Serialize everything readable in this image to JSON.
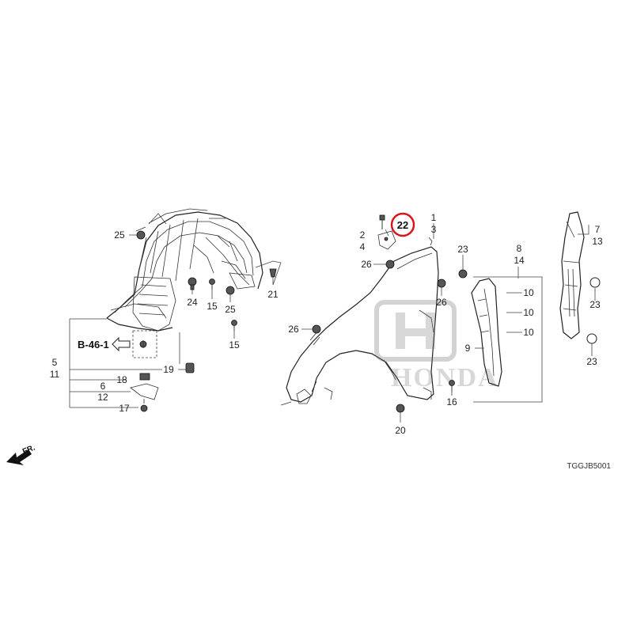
{
  "diagram": {
    "drawing_code": "TGGJB5001",
    "front_arrow_label": "FR.",
    "ref_label": "B-46-1",
    "brand_watermark": "HONDA",
    "highlight_color": "#d9141b",
    "callouts": [
      {
        "id": "c22",
        "text": "22",
        "highlighted": true
      },
      {
        "id": "c1",
        "text": "1"
      },
      {
        "id": "c3",
        "text": "3"
      },
      {
        "id": "c2",
        "text": "2"
      },
      {
        "id": "c4",
        "text": "4"
      },
      {
        "id": "c26a",
        "text": "26"
      },
      {
        "id": "c26b",
        "text": "26"
      },
      {
        "id": "c26c",
        "text": "26"
      },
      {
        "id": "c23a",
        "text": "23"
      },
      {
        "id": "c23b",
        "text": "23"
      },
      {
        "id": "c23c",
        "text": "23"
      },
      {
        "id": "c8",
        "text": "8"
      },
      {
        "id": "c14",
        "text": "14"
      },
      {
        "id": "c10a",
        "text": "10"
      },
      {
        "id": "c10b",
        "text": "10"
      },
      {
        "id": "c10c",
        "text": "10"
      },
      {
        "id": "c9",
        "text": "9"
      },
      {
        "id": "c16",
        "text": "16"
      },
      {
        "id": "c20",
        "text": "20"
      },
      {
        "id": "c7",
        "text": "7"
      },
      {
        "id": "c13",
        "text": "13"
      },
      {
        "id": "c25a",
        "text": "25"
      },
      {
        "id": "c25b",
        "text": "25"
      },
      {
        "id": "c24",
        "text": "24"
      },
      {
        "id": "c15a",
        "text": "15"
      },
      {
        "id": "c15b",
        "text": "15"
      },
      {
        "id": "c21",
        "text": "21"
      },
      {
        "id": "c5",
        "text": "5"
      },
      {
        "id": "c11",
        "text": "11"
      },
      {
        "id": "c19",
        "text": "19"
      },
      {
        "id": "c18",
        "text": "18"
      },
      {
        "id": "c6",
        "text": "6"
      },
      {
        "id": "c12",
        "text": "12"
      },
      {
        "id": "c17",
        "text": "17"
      }
    ]
  }
}
